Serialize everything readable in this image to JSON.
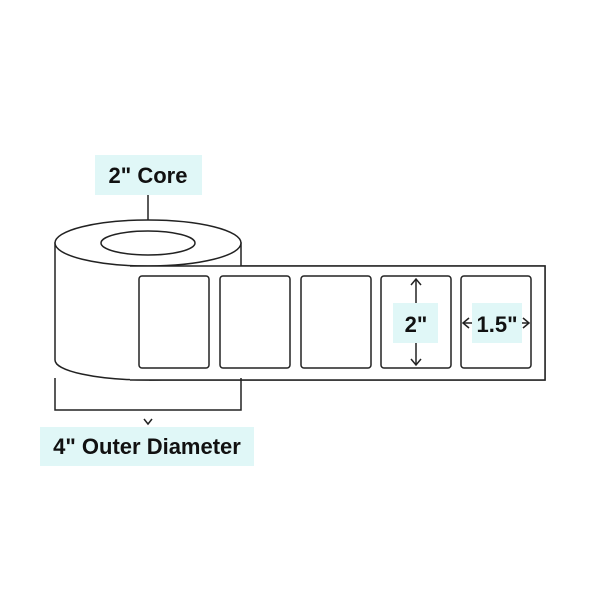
{
  "labels": {
    "core": "2\" Core",
    "outer_diameter": "4\" Outer Diameter",
    "label_height": "2\"",
    "label_width": "1.5\""
  },
  "colors": {
    "highlight": "#e0f7f7",
    "stroke": "#222222",
    "text": "#111111"
  }
}
